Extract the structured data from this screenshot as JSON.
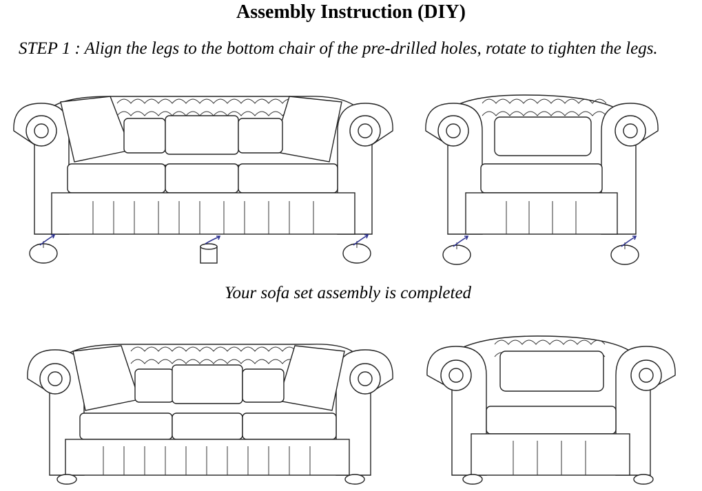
{
  "document": {
    "title": "Assembly Instruction (DIY)",
    "step1": "STEP 1 : Align the legs to the bottom chair of the pre-drilled holes, rotate to tighten the legs.",
    "completed": "Your sofa set assembly is completed"
  },
  "colors": {
    "line": "#222222",
    "arrow": "#2a2f8f",
    "background": "#ffffff"
  }
}
